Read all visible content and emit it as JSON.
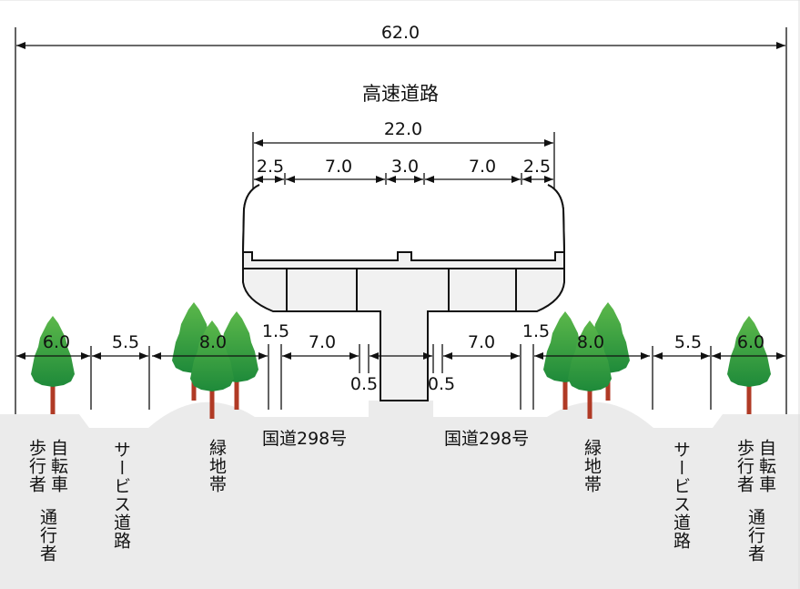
{
  "title": "高速道路",
  "total_width": "62.0",
  "highway": {
    "total": "22.0",
    "segments": [
      "2.5",
      "7.0",
      "3.0",
      "7.0",
      "2.5"
    ]
  },
  "ground_dims": {
    "left": [
      "6.0",
      "5.5",
      "8.0",
      "1.5",
      "7.0",
      "0.5"
    ],
    "right": [
      "0.5",
      "7.0",
      "1.5",
      "8.0",
      "5.5",
      "6.0"
    ]
  },
  "zones": {
    "walker_a": "歩行者",
    "cyclist": "自転車",
    "walker_b": "通行者",
    "service_road": "サービス道路",
    "green_belt": "緑地帯",
    "national_road": "国道298号"
  },
  "colors": {
    "ground": "#ebebeb",
    "tree_green": "#2f9a3e",
    "trunk": "#b03a25"
  }
}
